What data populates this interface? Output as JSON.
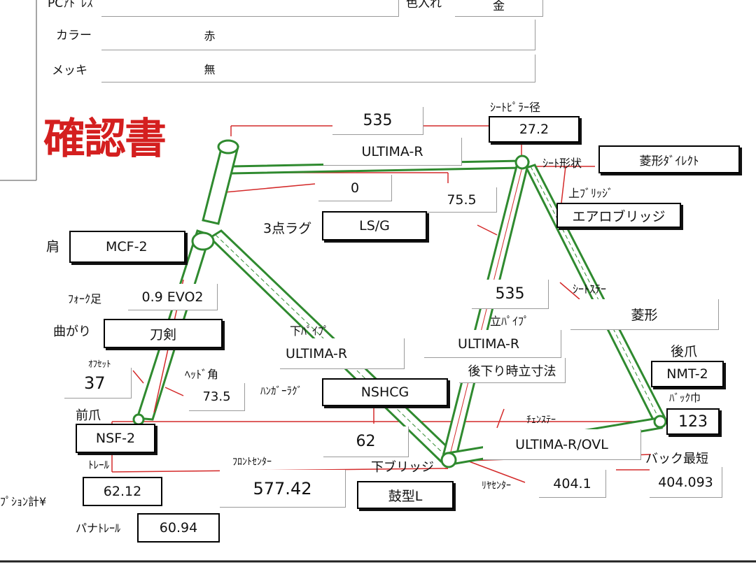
{
  "header": {
    "pc_address_label": "PCｱﾄﾞﾚｽ",
    "color_insert_label": "色入れ",
    "color_insert_value": "金",
    "color_label": "カラー",
    "color_value": "赤",
    "plating_label": "メッキ",
    "plating_value": "無"
  },
  "title": "確認書",
  "frame": {
    "top_tube_length": "535",
    "top_tube_material": "ULTIMA-R",
    "top_tube_slope": "0",
    "seat_angle": "75.5",
    "seatpost_label": "ｼｰﾄﾋﾟﾗｰ径",
    "seatpost_value": "27.2",
    "seat_shape_label": "ｼｰﾄ形状",
    "seat_shape_value": "菱形ﾀﾞｲﾚｸﾄ",
    "upper_bridge_label": "上ﾌﾞﾘｯｼﾞ",
    "upper_bridge_value": "エアロブリッジ",
    "three_lug_label": "3点ラグ",
    "three_lug_value": "LS/G",
    "shoulder_label": "肩",
    "shoulder_value": "MCF-2",
    "fork_leg_label": "ﾌｫｰｸ足",
    "fork_leg_value": "0.9 EVO2",
    "bend_label": "曲がり",
    "bend_value": "刀剣",
    "offset_label": "ｵﾌｾｯﾄ",
    "offset_value": "37",
    "head_angle_label": "ﾍｯﾄﾞ角",
    "head_angle_value": "73.5",
    "down_tube_label": "下ﾊﾟｲﾌﾟ",
    "down_tube_value": "ULTIMA-R",
    "seat_tube_length": "535",
    "seat_tube_label": "立ﾊﾟｲﾌﾟ",
    "seat_tube_value": "ULTIMA-R",
    "seat_stay_label": "ｼｰﾄｽﾃｰ",
    "seat_stay_value": "菱形",
    "rear_dropout_label": "後爪",
    "rear_dropout_value": "NMT-2",
    "back_width_label": "ﾊﾞｯｸ巾",
    "back_width_value": "123",
    "rear_drop_label": "後下り時立寸法",
    "hanger_lug_label": "ﾊﾝｶﾞｰﾗｸﾞ",
    "hanger_lug_value": "NSHCG",
    "bb_drop_value": "62",
    "front_dropout_label": "前爪",
    "front_dropout_value": "NSF-2",
    "chainstay_label": "ﾁｪﾝｽﾃｰ",
    "chainstay_value": "ULTIMA-R/OVL",
    "trail_label": "ﾄﾚｰﾙ",
    "trail_value": "62.12",
    "front_center_label": "ﾌﾛﾝﾄｾﾝﾀｰ",
    "front_center_value": "577.42",
    "lower_bridge_label": "下ブリッジ",
    "lower_bridge_value": "鼓型L",
    "rear_center_label": "ﾘﾔｾﾝﾀｰ",
    "rear_center_value": "404.1",
    "back_shortest_label": "バック最短",
    "back_shortest_value": "404.093",
    "option_total_label": "ﾌﾟｼｮﾝ計¥",
    "pana_trail_label": "パナﾄﾚｰﾙ",
    "pana_trail_value": "60.94"
  },
  "colors": {
    "tube": "#2f8a2f",
    "dim": "#d42a2a",
    "title": "#d41f1f"
  }
}
